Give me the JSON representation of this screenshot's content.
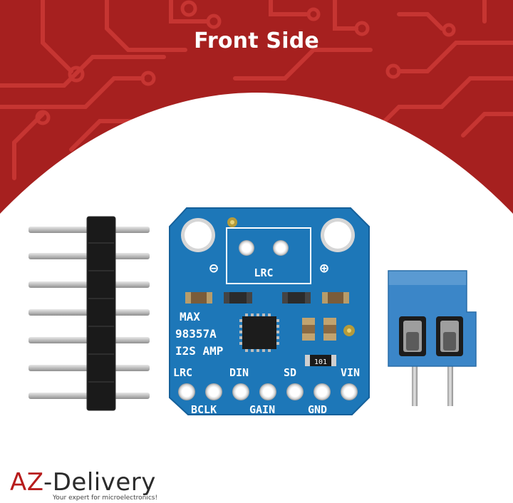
{
  "header": {
    "title": "Front Side"
  },
  "board": {
    "labels": {
      "lrc_top": "LRC",
      "max": "MAX",
      "model": "98357A",
      "i2s_amp": "I2S AMP",
      "lrc": "LRC",
      "din": "DIN",
      "sd": "SD",
      "vin": "VIN",
      "bclk": "BCLK",
      "gain": "GAIN",
      "gnd": "GND",
      "resistor": "101",
      "minus": "⊖",
      "plus": "⊕"
    }
  },
  "logo": {
    "part_a": "AZ",
    "part_b": "-Delivery",
    "tagline": "Your expert for microelectronics!"
  },
  "colors": {
    "banner_red": "#a6201f",
    "trace_red": "#d0403c",
    "pcb_blue": "#1d77b8",
    "terminal_blue": "#3b86c8",
    "header_black": "#1a1a1a",
    "pin_silver": "#c9c9c9"
  }
}
